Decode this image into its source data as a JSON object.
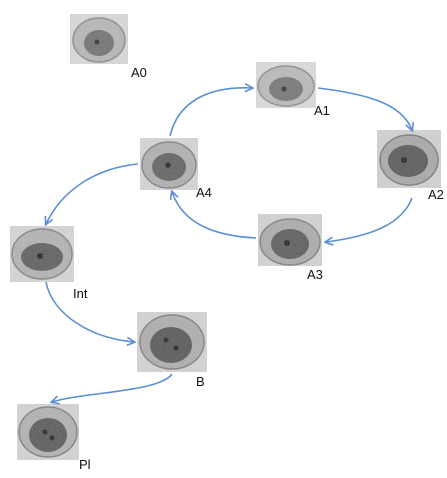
{
  "diagram": {
    "arrow_color": "#5b8fd4",
    "stages": [
      {
        "key": "A0",
        "label": "A0"
      },
      {
        "key": "A1",
        "label": "A1"
      },
      {
        "key": "A2",
        "label": "A2"
      },
      {
        "key": "A3",
        "label": "A3"
      },
      {
        "key": "A4",
        "label": "A4"
      },
      {
        "key": "Int",
        "label": "Int"
      },
      {
        "key": "B",
        "label": "B"
      },
      {
        "key": "Pl",
        "label": "Pl"
      }
    ],
    "arrows": [
      {
        "from": "A4",
        "to": "A1"
      },
      {
        "from": "A1",
        "to": "A2"
      },
      {
        "from": "A2",
        "to": "A3"
      },
      {
        "from": "A3",
        "to": "A4"
      },
      {
        "from": "A4",
        "to": "Int"
      },
      {
        "from": "Int",
        "to": "B"
      },
      {
        "from": "B",
        "to": "Pl"
      }
    ]
  }
}
